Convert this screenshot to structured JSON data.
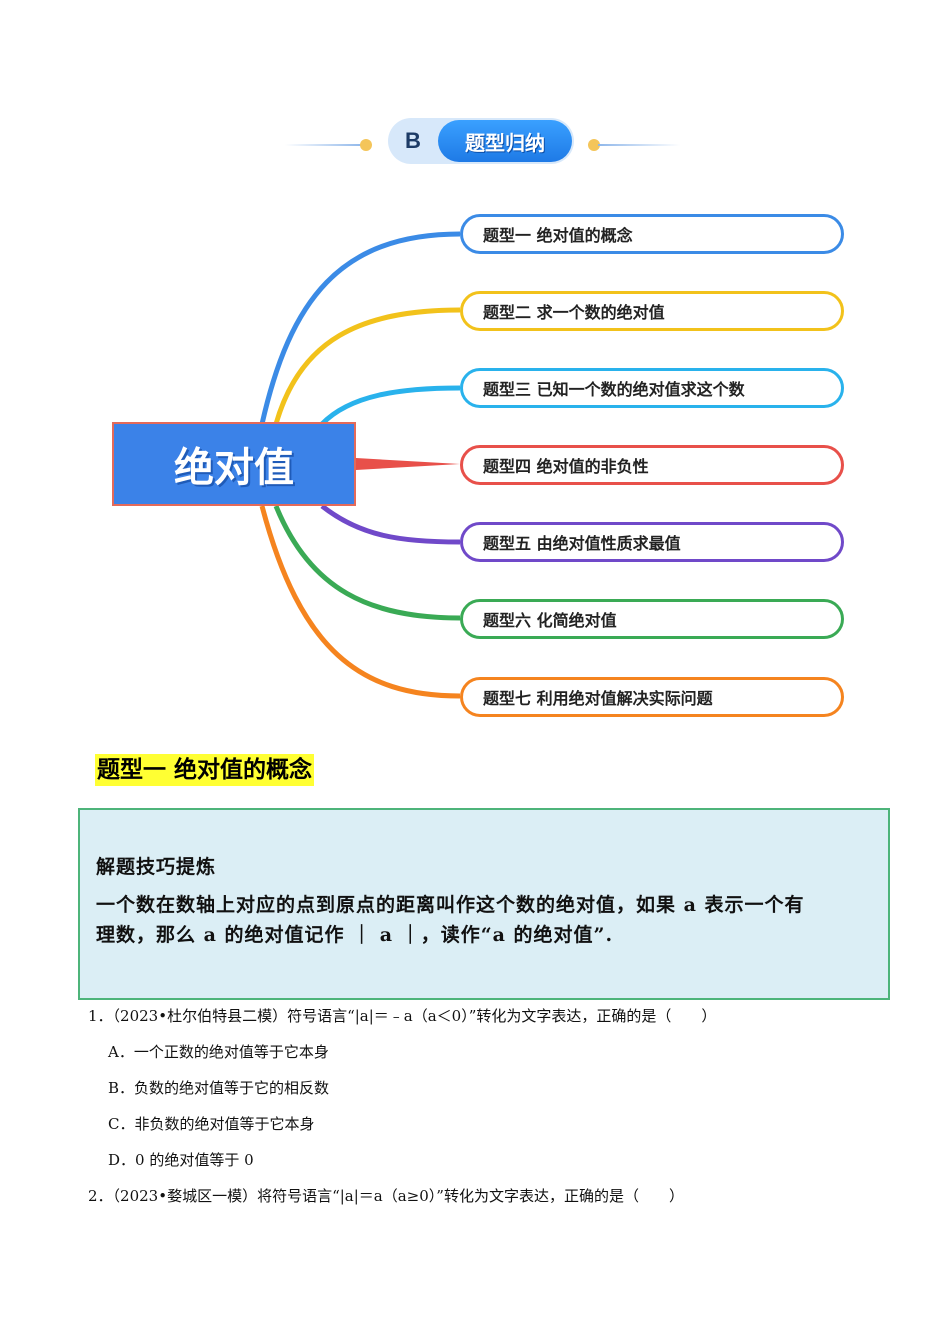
{
  "section_header": {
    "badge": "B",
    "title": "题型归纳"
  },
  "mindmap": {
    "center": "绝对值",
    "nodes": [
      {
        "label": "题型一  绝对值的概念",
        "color": "#3b8be6"
      },
      {
        "label": "题型二 求一个数的绝对值",
        "color": "#f2c21b"
      },
      {
        "label": "题型三  已知一个数的绝对值求这个数",
        "color": "#29b2ec"
      },
      {
        "label": "题型四  绝对值的非负性",
        "color": "#e8504a"
      },
      {
        "label": "题型五  由绝对值性质求最值",
        "color": "#7049c9"
      },
      {
        "label": "题型六  化简绝对值",
        "color": "#3aaa55"
      },
      {
        "label": "题型七  利用绝对值解决实际问题",
        "color": "#f5841f"
      }
    ]
  },
  "type_heading": "题型一  绝对值的概念",
  "tip": {
    "title": "解题技巧提炼",
    "line1": "一个数在数轴上对应的点到原点的距离叫作这个数的绝对值，如果 a 表示一个有",
    "line2": "理数，那么 a 的绝对值记作 ｜ a ｜，读作“a 的绝对值”."
  },
  "questions": [
    {
      "stem": "1．（2023•杜尔伯特县二模）符号语言“|a|＝﹣a（a＜0）”转化为文字表达，正确的是（　　）",
      "options": [
        "A．一个正数的绝对值等于它本身",
        "B．负数的绝对值等于它的相反数",
        "C．非负数的绝对值等于它本身",
        "D．0 的绝对值等于 0"
      ]
    },
    {
      "stem": "2．（2023•婺城区一模）将符号语言“|a|＝a（a≥0）”转化为文字表达，正确的是（　　）"
    }
  ]
}
